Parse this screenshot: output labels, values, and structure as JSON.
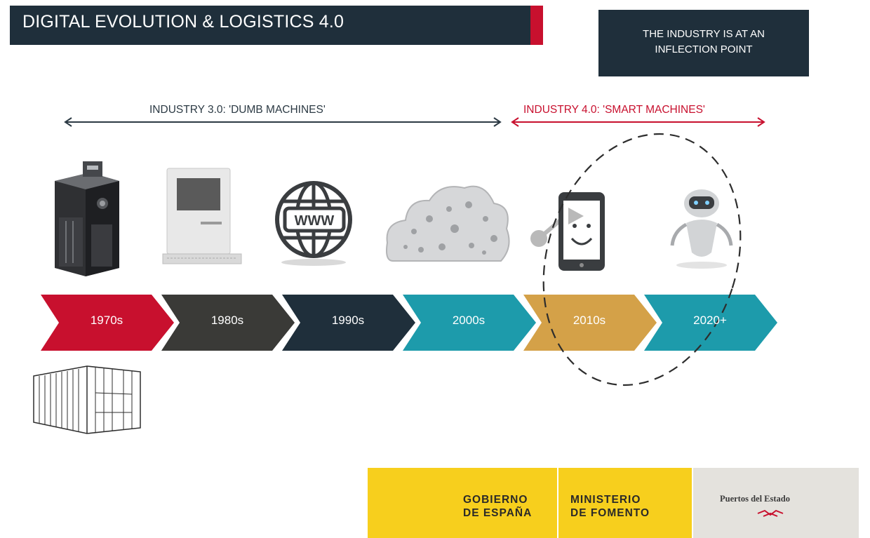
{
  "header": {
    "title": "DIGITAL EVOLUTION & LOGISTICS 4.0"
  },
  "callout": {
    "line1": "THE INDUSTRY IS AT AN",
    "line2": "INFLECTION POINT"
  },
  "eras": {
    "industry3": {
      "label": "INDUSTRY 3.0: 'DUMB MACHINES'",
      "color": "#2c3a44"
    },
    "industry4": {
      "label": "INDUSTRY 4.0: 'SMART MACHINES'",
      "color": "#c8102e"
    }
  },
  "timeline": [
    {
      "label": "1970s",
      "color": "#c8102e",
      "icon": "mainframe-icon"
    },
    {
      "label": "1980s",
      "color": "#3a3a37",
      "icon": "desktop-computer-icon"
    },
    {
      "label": "1990s",
      "color": "#1f2f3b",
      "icon": "www-globe-icon"
    },
    {
      "label": "2000s",
      "color": "#1d9bab",
      "icon": "cloud-icon"
    },
    {
      "label": "2010s",
      "color": "#d4a148",
      "icon": "smartphone-icon"
    },
    {
      "label": "2020+",
      "color": "#1d9bab",
      "icon": "robot-icon"
    }
  ],
  "extra_icons": [
    "shipping-container-icon"
  ],
  "footer": {
    "gobierno_line1": "GOBIERNO",
    "gobierno_line2": "DE ESPAÑA",
    "ministerio_line1": "MINISTERIO",
    "ministerio_line2": "DE FOMENTO",
    "puertos": "Puertos del Estado",
    "colors": {
      "yellow": "#f7cf1d",
      "grey": "#e4e2dd"
    }
  }
}
